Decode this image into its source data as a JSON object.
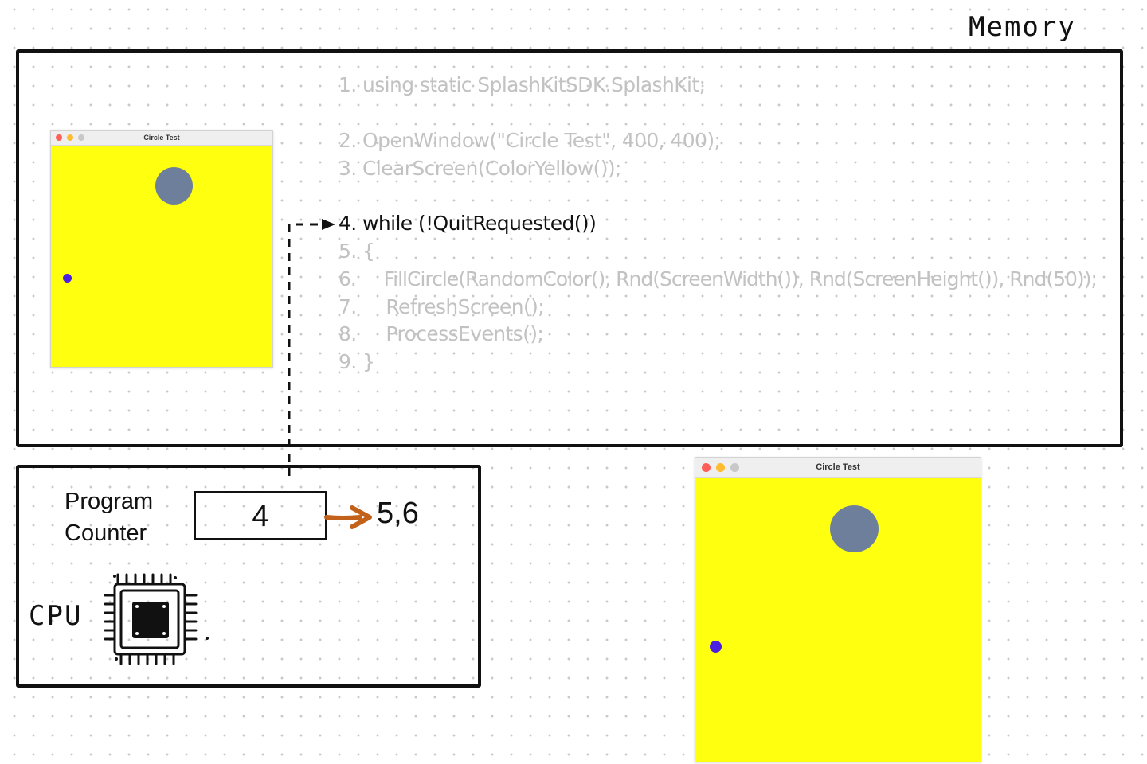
{
  "memory": {
    "title": "Memory",
    "code_lines": [
      {
        "number": "1.",
        "text": "using static SplashKitSDK.SplashKit;",
        "active": false
      },
      {
        "number": "2.",
        "text": "OpenWindow(\"Circle Test\", 400, 400);",
        "active": false
      },
      {
        "number": "3.",
        "text": "ClearScreen(ColorYellow());",
        "active": false
      },
      {
        "number": "4.",
        "text": "while (!QuitRequested())",
        "active": true
      },
      {
        "number": "5.",
        "text": "{",
        "active": false
      },
      {
        "number": "6.",
        "text": "    FillCircle(RandomColor(), Rnd(ScreenWidth()), Rnd(ScreenHeight()), Rnd(50));",
        "active": false
      },
      {
        "number": "7.",
        "text": "    RefreshScreen();",
        "active": false
      },
      {
        "number": "8.",
        "text": "    ProcessEvents();",
        "active": false
      },
      {
        "number": "9.",
        "text": "}",
        "active": false
      }
    ]
  },
  "windows": {
    "small": {
      "title": "Circle Test"
    },
    "large": {
      "title": "Circle Test"
    }
  },
  "cpu": {
    "label": "CPU",
    "program_counter_label_line1": "Program",
    "program_counter_label_line2": "Counter",
    "program_counter_value": "4",
    "next_values": "5,6"
  },
  "colors": {
    "window_background": "#ffff10",
    "large_circle": "#6e7f9b",
    "small_circle": "#4a1fe0",
    "next_arrow": "#c2611a",
    "close_dot": "#ff5f57",
    "minimize_dot": "#febc2e",
    "disabled_dot": "#c8c8c8"
  }
}
